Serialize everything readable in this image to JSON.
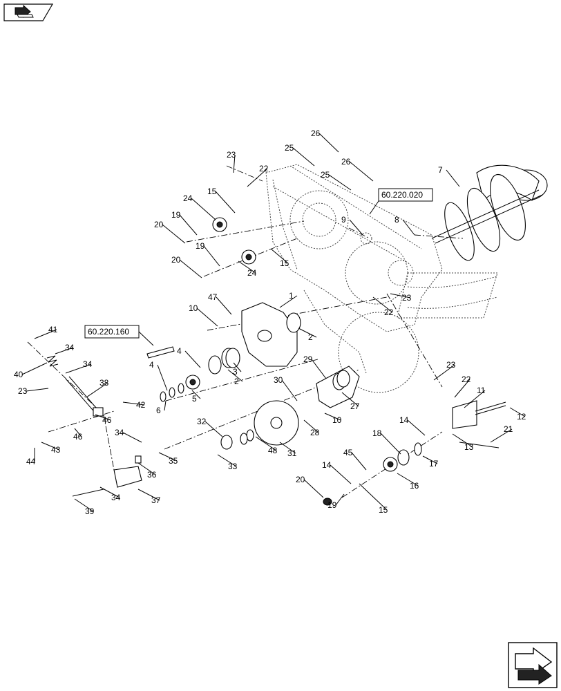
{
  "reference_links": [
    {
      "id": "ref-a",
      "text": "60.220.020"
    },
    {
      "id": "ref-b",
      "text": "60.220.160"
    }
  ],
  "icons": {
    "top_left": "book-arrow-icon",
    "bottom_right": "next-page-arrow-icon"
  },
  "callouts": [
    "1",
    "2",
    "2",
    "3",
    "4",
    "4",
    "5",
    "6",
    "7",
    "8",
    "9",
    "10",
    "10",
    "11",
    "12",
    "13",
    "14",
    "14",
    "15",
    "15",
    "15",
    "16",
    "17",
    "18",
    "19",
    "19",
    "19",
    "20",
    "20",
    "20",
    "21",
    "22",
    "22",
    "22",
    "23",
    "23",
    "23",
    "23",
    "24",
    "24",
    "25",
    "25",
    "26",
    "26",
    "27",
    "28",
    "29",
    "30",
    "31",
    "32",
    "33",
    "34",
    "34",
    "34",
    "34",
    "35",
    "36",
    "37",
    "38",
    "39",
    "40",
    "41",
    "42",
    "43",
    "44",
    "45",
    "46",
    "46",
    "47",
    "48"
  ]
}
